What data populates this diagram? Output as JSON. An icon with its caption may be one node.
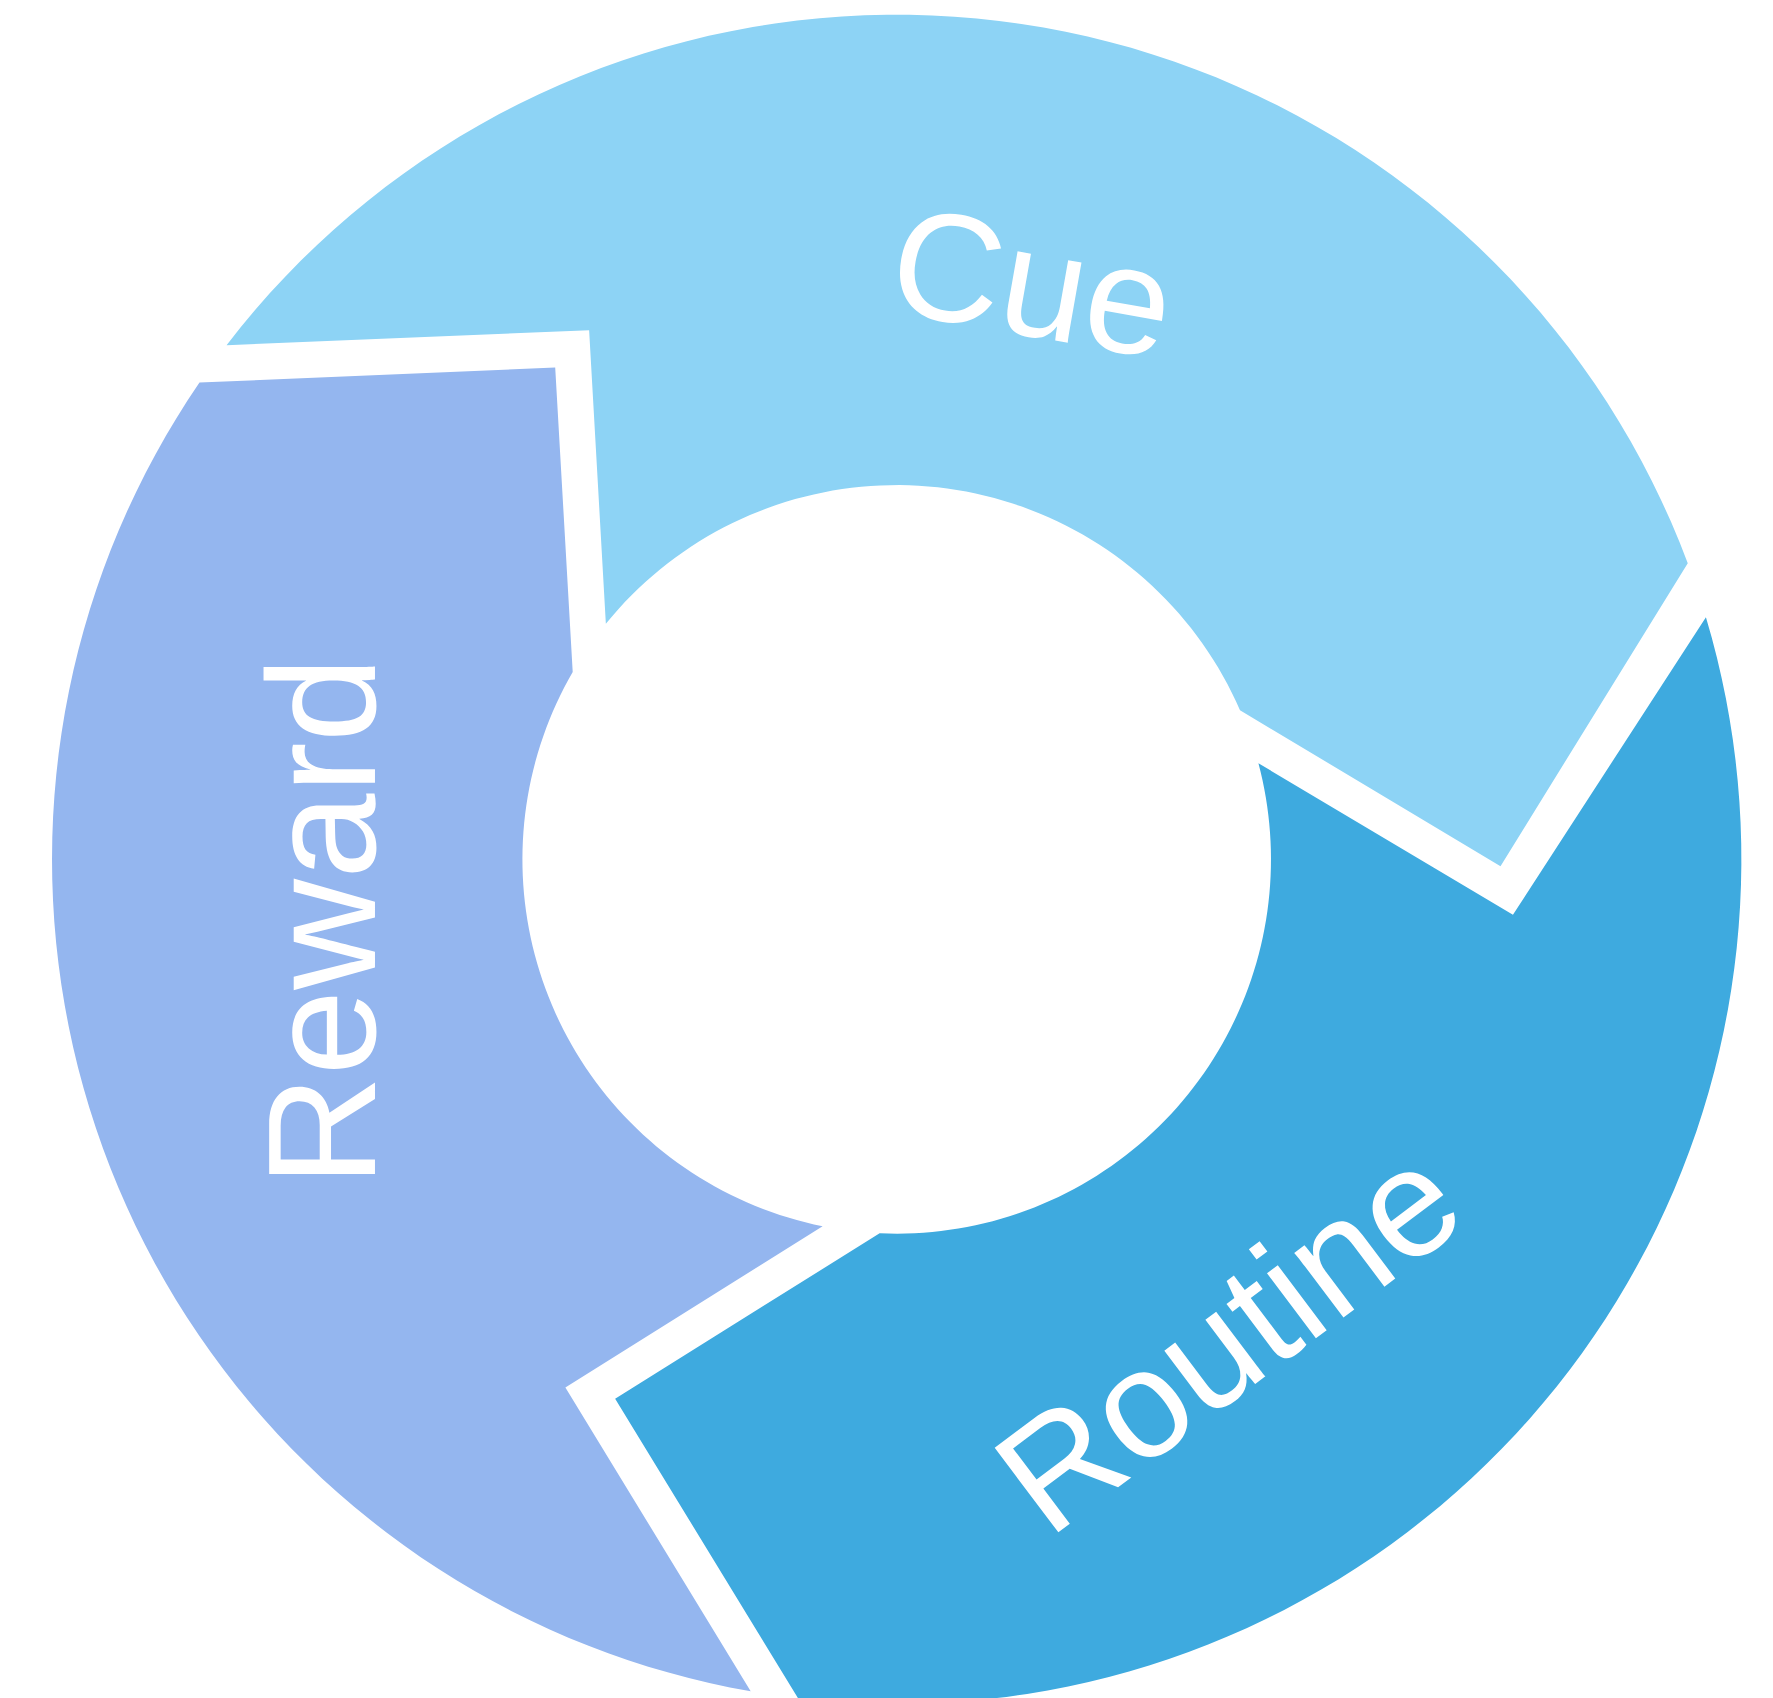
{
  "diagram": {
    "nodes": [
      {
        "text": [
          "Cue"
        ]
      },
      {
        "text": [
          "Routine"
        ]
      },
      {
        "text": [
          "Reward"
        ]
      }
    ]
  }
}
